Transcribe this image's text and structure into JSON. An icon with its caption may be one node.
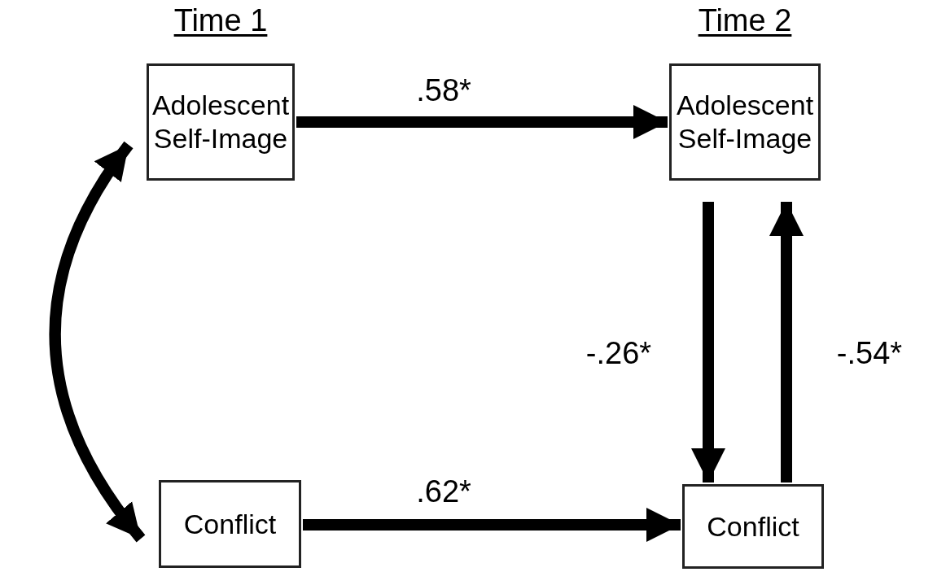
{
  "diagram": {
    "nodes": [
      {
        "text": [
          "Time 1",
          "Adolescent Self-Image"
        ]
      },
      {
        "text": [
          "Time 2",
          "Adolescent Self-Image"
        ]
      },
      {
        "text": [
          "Conflict"
        ]
      },
      {
        "text": [
          "Conflict"
        ]
      }
    ],
    "edges": [
      {
        "from": 0,
        "to": 1,
        "arrow": "to",
        "label": ".58*"
      },
      {
        "from": 2,
        "to": 3,
        "arrow": "to",
        "label": ".62*"
      },
      {
        "from": 0,
        "to": 2,
        "arrow": "both"
      },
      {
        "from": 1,
        "to": 3,
        "arrow": "to",
        "label": "-.26*"
      },
      {
        "from": 3,
        "to": 1,
        "arrow": "to",
        "label": "-.54*"
      }
    ]
  }
}
